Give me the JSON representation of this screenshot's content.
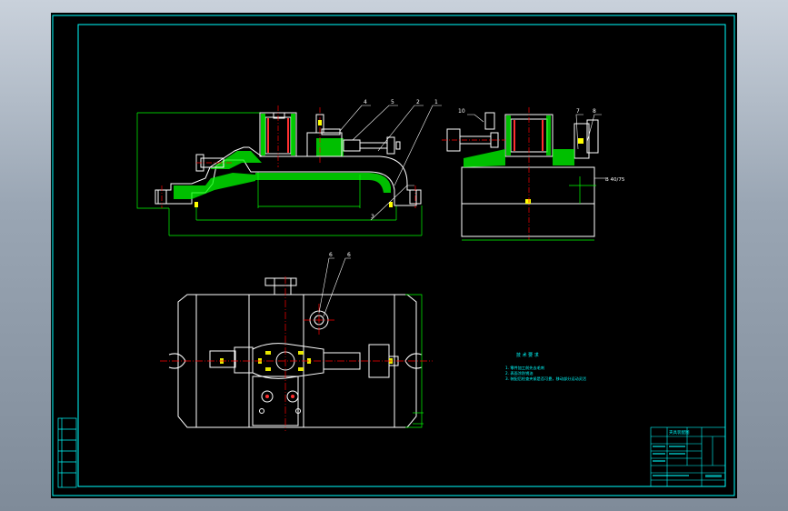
{
  "colors": {
    "background": "#000000",
    "frame": "#00ffff",
    "outline": "#ffffff",
    "dimension": "#00ff00",
    "hatch": "#00ff00",
    "center_line": "#ff0000",
    "part": "#ffff00",
    "leader": "#ffff00",
    "notes": "#00ffff",
    "table": "#00ffff"
  },
  "callouts": {
    "front_view": [
      "4",
      "5",
      "2",
      "1",
      "3"
    ],
    "side_view": [
      "10",
      "7",
      "8"
    ],
    "top_view": [
      "6",
      "6"
    ]
  },
  "annotation": "B  40/75",
  "notes": {
    "heading": "技 术 要 求",
    "items": [
      "1. 零件加工前先去毛刺",
      "2. 表面涂防锈油",
      "3. 装配后检查夹紧是否可靠，移动部分运动灵活"
    ]
  },
  "title_block": {
    "text": [
      "夹具装配图"
    ]
  }
}
